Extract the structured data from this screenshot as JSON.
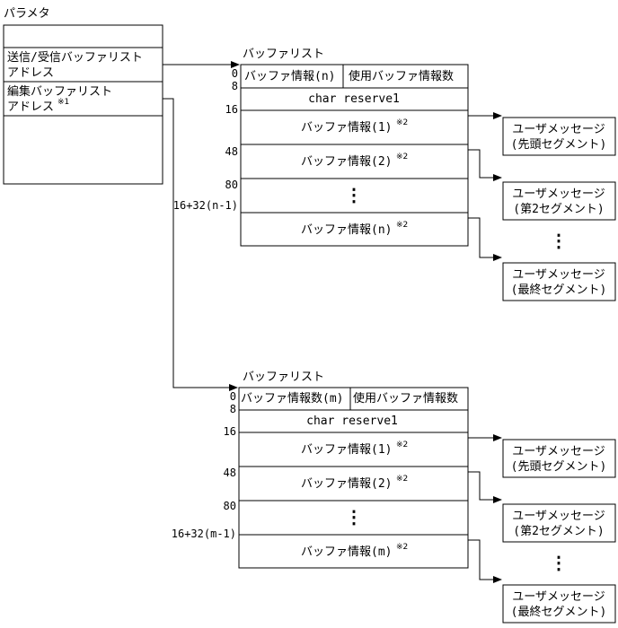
{
  "params": {
    "title": "パラメタ",
    "row1_line1": "送信/受信バッファリスト",
    "row1_line2": "アドレス",
    "row2_line1": "編集バッファリスト",
    "row2_line2": "アドレス",
    "row2_note": "※1"
  },
  "list1": {
    "title": "バッファリスト",
    "header_left": "バッファ情報(n)",
    "header_right": "使用バッファ情報数",
    "reserve": "char reserve1",
    "rows": [
      "バッファ情報(1)",
      "バッファ情報(2)",
      "⋮",
      "バッファ情報(n)"
    ],
    "note": "※2",
    "offsets": [
      "0",
      "8",
      "16",
      "48",
      "80",
      "16+32(n-1)"
    ],
    "dots": "⋮",
    "messages": [
      {
        "line1": "ユーザメッセージ",
        "line2": "(先頭セグメント)"
      },
      {
        "line1": "ユーザメッセージ",
        "line2": "(第2セグメント)"
      },
      {
        "line1": "ユーザメッセージ",
        "line2": "(最終セグメント)"
      }
    ]
  },
  "list2": {
    "title": "バッファリスト",
    "header_left": "バッファ情報数(m)",
    "header_right": "使用バッファ情報数",
    "reserve": "char reserve1",
    "rows": [
      "バッファ情報(1)",
      "バッファ情報(2)",
      "⋮",
      "バッファ情報(m)"
    ],
    "note": "※2",
    "offsets": [
      "0",
      "8",
      "16",
      "48",
      "80",
      "16+32(m-1)"
    ],
    "dots": "⋮",
    "messages": [
      {
        "line1": "ユーザメッセージ",
        "line2": "(先頭セグメント)"
      },
      {
        "line1": "ユーザメッセージ",
        "line2": "(第2セグメント)"
      },
      {
        "line1": "ユーザメッセージ",
        "line2": "(最終セグメント)"
      }
    ]
  }
}
